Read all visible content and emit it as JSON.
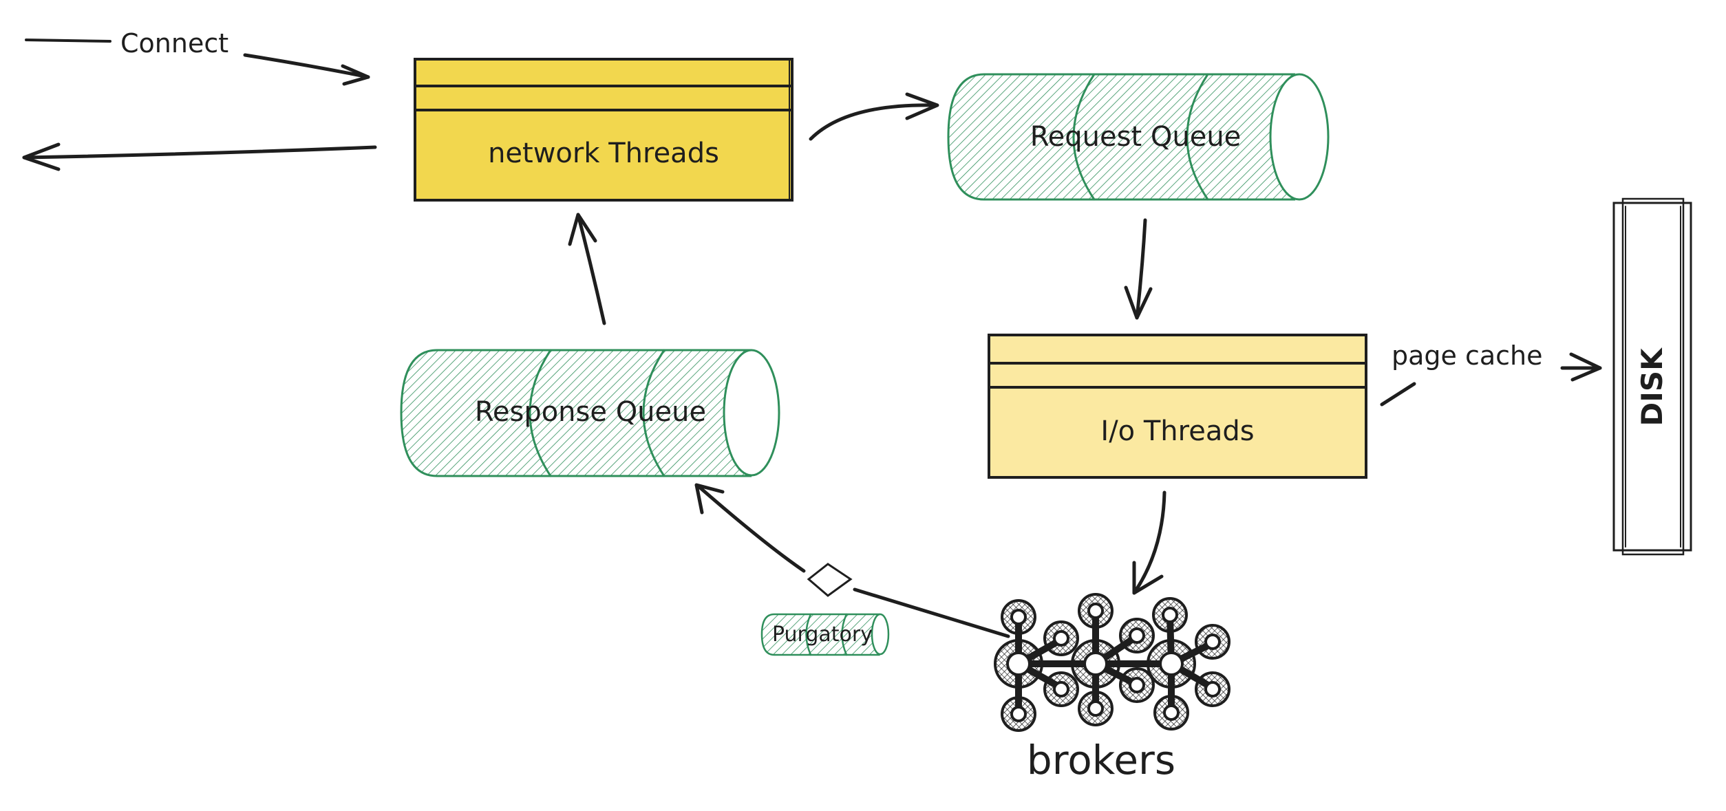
{
  "colors": {
    "network_fill": "#f2d74e",
    "io_fill": "#fbe9a1",
    "queue_green": "#2f8f5b",
    "ink": "#1e1e1e"
  },
  "labels": {
    "connect": "Connect",
    "network_threads": "network Threads",
    "request_queue": "Request Queue",
    "response_queue": "Response Queue",
    "io_threads": "I/o Threads",
    "page_cache": "page cache",
    "disk": "DISK",
    "purgatory": "Purgatory",
    "brokers": "brokers"
  },
  "icons": {
    "brokers": "network-graph-icon",
    "gate": "diamond-icon"
  }
}
